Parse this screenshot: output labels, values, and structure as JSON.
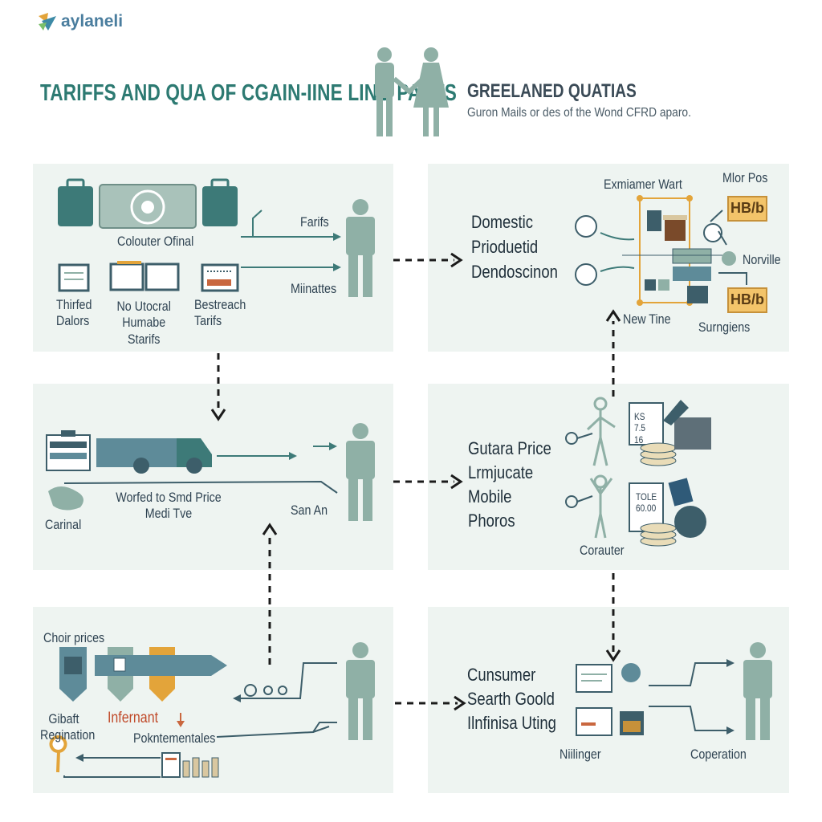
{
  "brand": {
    "name": "aylaneli"
  },
  "header": {
    "title_left": "TARIFFS AND QUA OF CGAIN-IINE LING PASTS",
    "title_right": "GREELANED QUATIAS",
    "subtitle": "Guron Mails or des of the Wond CFRD aparo."
  },
  "panel_tl": {
    "top_label": "Colouter Ofinal",
    "arrow_label_1": "Farifs",
    "arrow_label_2": "Miinattes",
    "item_1": "Thirfed Dalors",
    "item_2": "No Utocral Humabe Starifs",
    "item_3": "Bestreach Tarifs"
  },
  "panel_tr": {
    "lines": [
      "Domestic",
      "Prioduetid",
      "Dendoscinon"
    ],
    "label_top": "Exmiamer Wart",
    "label_top_right": "Mlor Pos",
    "label_right": "Norville",
    "label_bottom_mid": "New Tine",
    "label_bottom_right": "Surngiens",
    "tag_1": "HB/b",
    "tag_2": "HB/b"
  },
  "panel_ml": {
    "label_main": "Worfed to Smd Price Medi Tve",
    "label_left": "Carinal",
    "label_right": "San An"
  },
  "panel_mr": {
    "lines": [
      "Gutara Price",
      "Lrmjucate",
      "Mobile",
      "Phoros"
    ],
    "label_bottom": "Corauter",
    "doc_1": "KS 7.5 16",
    "doc_2": "TOLE 60.00"
  },
  "panel_bl": {
    "label_top": "Choir prices",
    "label_left": "Gibaft Regination",
    "label_mid": "Infernant",
    "label_mid2": "Pokntementales"
  },
  "panel_br": {
    "lines": [
      "Cunsumer",
      "Searth Goold",
      "Ilnfinisa Uting"
    ],
    "label_left": "Niilinger",
    "label_right": "Coperation"
  },
  "colors": {
    "panel": "#eef4f1",
    "teal": "#3d7a78",
    "person": "#8fb0a6",
    "accent": "#f3c46a",
    "arrow": "#1b1b1b"
  }
}
